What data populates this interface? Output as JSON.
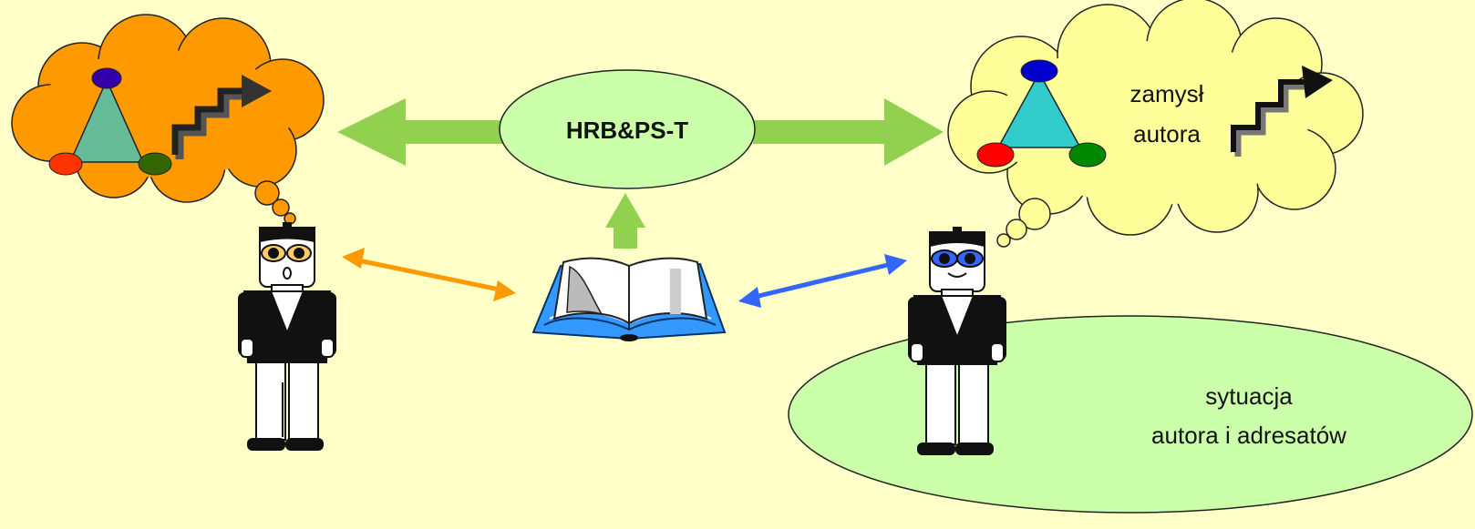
{
  "center_label": "HRB&PS-T",
  "author_thought_label": [
    "zamysł",
    "autora"
  ],
  "situation_label": [
    "sytuacja",
    "autora i adresatów"
  ],
  "colors": {
    "background": "#ffffc8",
    "arrow_green": "#92d050",
    "green_ellipse": "#ccffaa",
    "cloud_orange": "#ff9900",
    "cloud_yellow": "#ffff99",
    "arrow_orange": "#ff9900",
    "arrow_blue": "#3366ff"
  },
  "icons": [
    "person-icon",
    "book-icon",
    "triangle-icon",
    "stairs-arrow-icon",
    "thought-cloud-icon"
  ]
}
